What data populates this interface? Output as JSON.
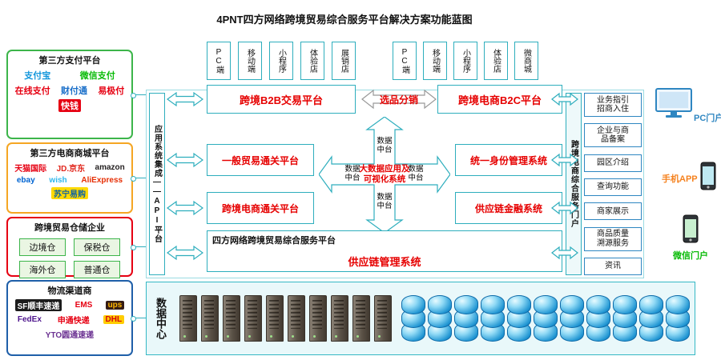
{
  "title": "4PNT四方网络跨境贸易综合服务平台解决方案功能蓝图",
  "colors": {
    "teal": "#2eaebd",
    "red": "#e60000",
    "blue": "#2e86c1"
  },
  "left_panels": {
    "payment": {
      "title": "第三方支付平台",
      "border": "#3cb54a",
      "logos": [
        {
          "label": "支付宝",
          "fg": "#1296db"
        },
        {
          "label": "微信支付",
          "fg": "#09bb07"
        },
        {
          "label": "在线支付",
          "fg": "#e60012"
        },
        {
          "label": "财付通",
          "fg": "#1a6fc9"
        },
        {
          "label": "易极付",
          "fg": "#e60012"
        },
        {
          "label": "快钱",
          "fg": "#ffffff",
          "bg": "#e60012"
        }
      ]
    },
    "mall": {
      "title": "第三方电商商城平台",
      "border": "#f5a623",
      "logos": [
        {
          "label": "天猫国际",
          "fg": "#e60012"
        },
        {
          "label": "JD.京东",
          "fg": "#e1251b"
        },
        {
          "label": "amazon",
          "fg": "#231f20"
        },
        {
          "label": "ebay",
          "fg": "#0064d2"
        },
        {
          "label": "wish",
          "fg": "#2fb7ec"
        },
        {
          "label": "AliExpress",
          "fg": "#e62e04"
        },
        {
          "label": "苏宁易购",
          "fg": "#0b61a4",
          "bg": "#ffd900"
        }
      ]
    },
    "warehouse": {
      "title": "跨境贸易仓储企业",
      "border": "#e60012",
      "cells": [
        "边境仓",
        "保税仓",
        "海外仓",
        "普通仓"
      ]
    },
    "logistics": {
      "title": "物流渠道商",
      "border": "#1f5fa9",
      "logos": [
        {
          "label": "SF顺丰速递",
          "fg": "#ffffff",
          "bg": "#1c1c1c"
        },
        {
          "label": "EMS",
          "fg": "#e60012"
        },
        {
          "label": "ups",
          "fg": "#ffb500",
          "bg": "#351c15"
        },
        {
          "label": "FedEx",
          "fg": "#4d148c"
        },
        {
          "label": "申通快递",
          "fg": "#e60012"
        },
        {
          "label": "DHL",
          "fg": "#d40511",
          "bg": "#ffcc00"
        },
        {
          "label": "YTO圆通速递",
          "fg": "#6a3091"
        }
      ]
    }
  },
  "api_bar": "应用系统集成——API平台",
  "channels_b2b": [
    "PC端",
    "移动端",
    "小程序",
    "体验店",
    "展销店"
  ],
  "channels_b2c": [
    "PC端",
    "移动端",
    "小程序",
    "体验店",
    "微商城"
  ],
  "platforms": {
    "b2b": "跨境B2B交易平台",
    "b2c": "跨境电商B2C平台",
    "selector": "选品分销"
  },
  "systems": {
    "left": [
      "一般贸易通关平台",
      "跨境电商通关平台"
    ],
    "right": [
      "统一身份管理系统",
      "供应链金融系统"
    ],
    "center": "大数据应用及可视化系统",
    "hub": "数据中台",
    "bottom_label": "四方网络跨境贸易综合服务平台",
    "bottom_system": "供应链管理系统"
  },
  "portal": {
    "bar": "跨境电商综合服务门户",
    "items": [
      "业务指引招商入住",
      "企业与商品备案",
      "园区介绍",
      "查询功能",
      "商家展示",
      "商品质量溯源服务",
      "资讯"
    ]
  },
  "devices": [
    {
      "label": "PC门户",
      "color": "#2e86c1"
    },
    {
      "label": "手机APP",
      "color": "#f5821f"
    },
    {
      "label": "微信门户",
      "color": "#09bb07"
    }
  ],
  "data_center": {
    "label": "数据中心",
    "servers": 10,
    "databases": 11
  }
}
